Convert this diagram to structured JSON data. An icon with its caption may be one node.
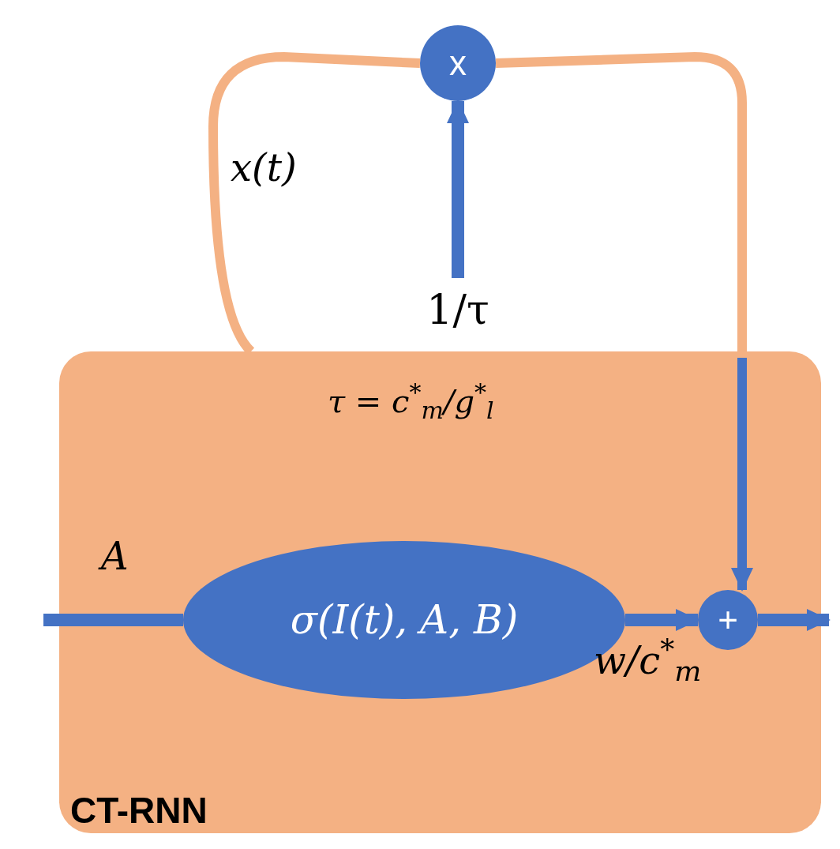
{
  "diagram": {
    "nodes": [
      {
        "text": [
          "CT-RNN"
        ]
      },
      {
        "text": [
          "σ(I(t), A, B)"
        ],
        "in": 0
      },
      {
        "text": [
          "+"
        ],
        "in": 0
      },
      {
        "text": [
          "x"
        ]
      },
      {
        "text": [
          "1/τ"
        ]
      }
    ],
    "edges": [
      {
        "from": 0,
        "to": 3,
        "arrow": "none",
        "label": "x(t)",
        "color": "#f4b183"
      },
      {
        "from": 3,
        "to": 2,
        "arrow": "to",
        "color": "#f4b183"
      },
      {
        "from": 4,
        "to": 3,
        "arrow": "to"
      },
      {
        "from": null,
        "to": 1,
        "arrow": "none",
        "label": "A"
      },
      {
        "from": 1,
        "to": 2,
        "arrow": "to",
        "label": "w/c$^{*}$$_{m}$"
      },
      {
        "from": 2,
        "to": null,
        "arrow": "to"
      }
    ],
    "labels": [
      "τ = c$^{*}$$_{m}$/g$^{*}$$_{l}$"
    ]
  }
}
